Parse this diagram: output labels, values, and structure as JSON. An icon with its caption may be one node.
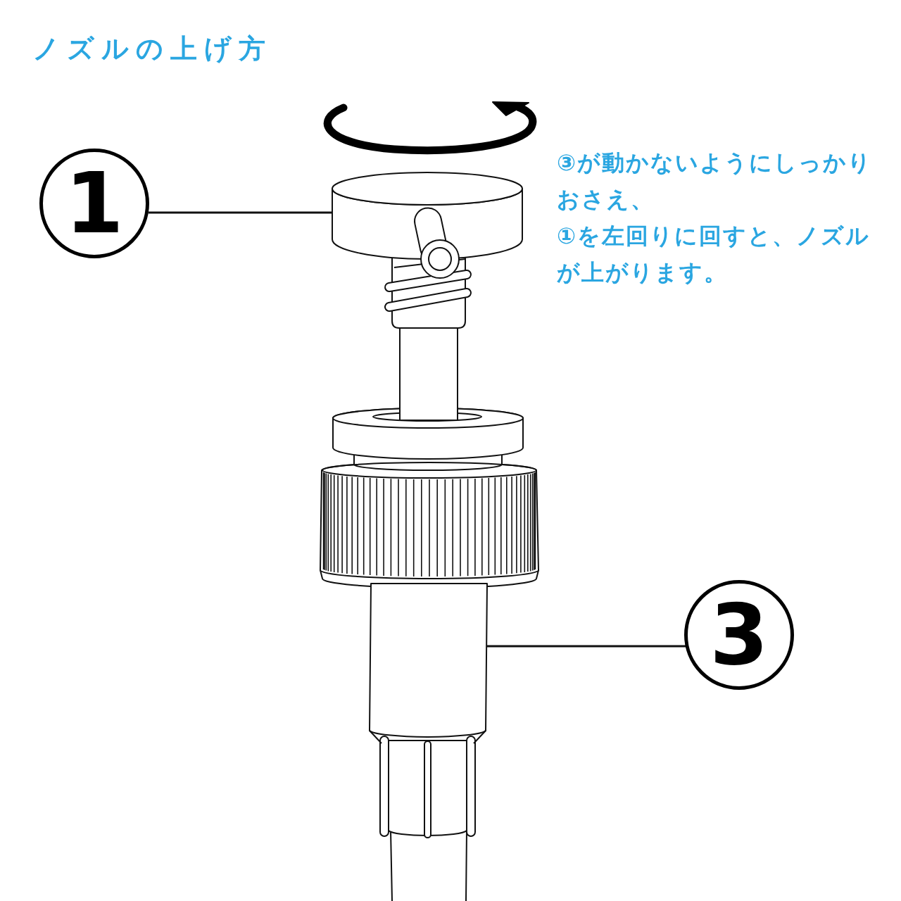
{
  "diagram": {
    "title": "ノズルの上げ方",
    "nodes": [
      {
        "text": [
          "1"
        ]
      },
      {
        "text": [],
        "shape": "picture"
      },
      {
        "text": [
          "3"
        ]
      },
      {
        "text": [],
        "shape": "picture"
      }
    ],
    "edges": [
      {
        "from": 0,
        "to": 1,
        "arrow": "none"
      },
      {
        "from": 2,
        "to": 3,
        "arrow": "none"
      }
    ],
    "labels": [
      "③が動かないようにしっかりおさえ、",
      "①を左回りに回すと、ノズルが上がります。"
    ]
  }
}
